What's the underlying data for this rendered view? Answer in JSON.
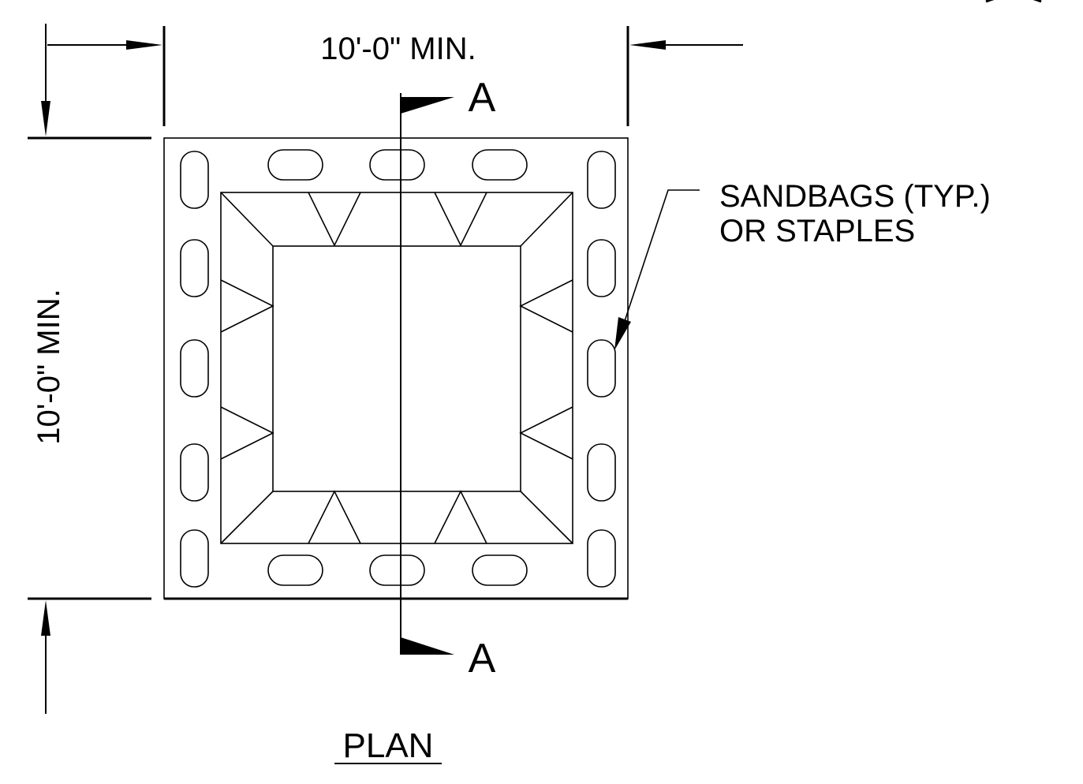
{
  "dimensions": {
    "width_label": "10'-0\" MIN.",
    "height_label": "10'-0\" MIN."
  },
  "section_marks": {
    "top_label": "A",
    "bottom_label": "A"
  },
  "callout": {
    "line1": "SANDBAGS (TYP.)",
    "line2": "OR STAPLES"
  },
  "view_title": "PLAN",
  "colors": {
    "line": "#000000",
    "background": "#ffffff"
  }
}
